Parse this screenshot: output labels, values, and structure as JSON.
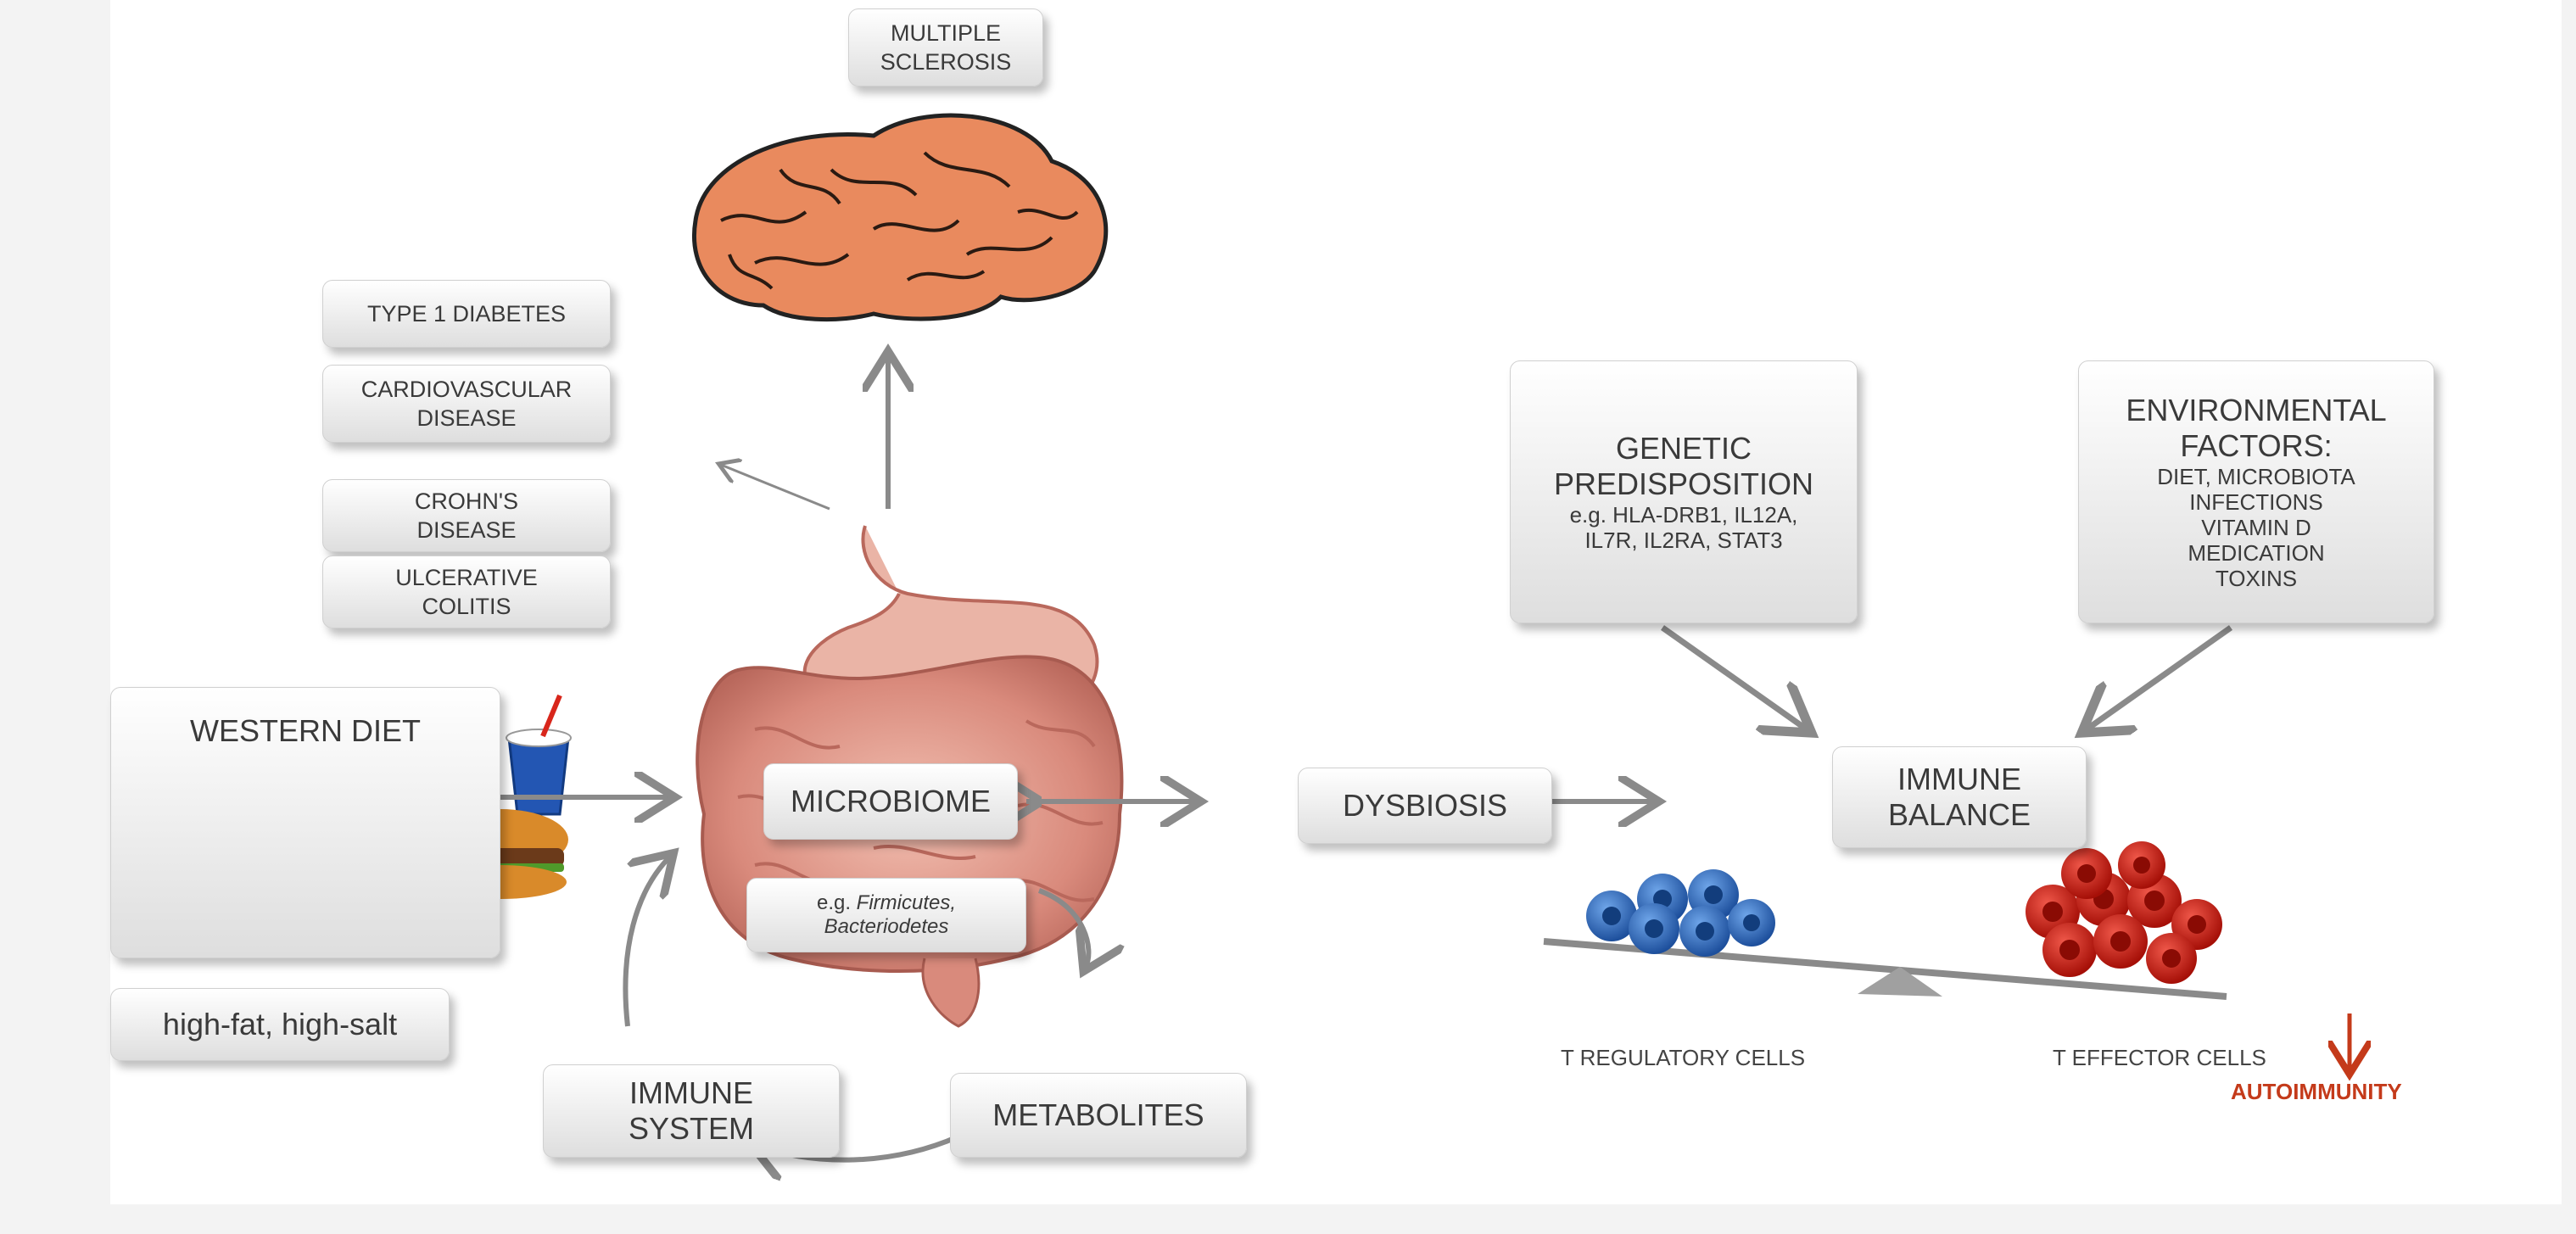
{
  "diseases": {
    "multiple_sclerosis": "MULTIPLE\nSCLEROSIS",
    "type1_diabetes": "TYPE 1 DIABETES",
    "cardiovascular": "CARDIOVASCULAR\nDISEASE",
    "crohns": "CROHN'S\nDISEASE",
    "ulcerative_colitis": "ULCERATIVE\nCOLITIS"
  },
  "diet": {
    "title": "WESTERN DIET",
    "note": "high-fat, high-salt"
  },
  "gut": {
    "microbiome": "MICROBIOME",
    "example_prefix": "e.g.",
    "example_taxa_1": "Firmicutes,",
    "example_taxa_2": "Bacteriodetes"
  },
  "cycle": {
    "immune_system": "IMMUNE\nSYSTEM",
    "metabolites": "METABOLITES"
  },
  "dysbiosis": "DYSBIOSIS",
  "genetic": {
    "title": "GENETIC\nPREDISPOSITION",
    "detail": "e.g. HLA-DRB1, IL12A,\nIL7R,  IL2RA, STAT3"
  },
  "environmental": {
    "title": "ENVIRONMENTAL\nFACTORS:",
    "detail": "DIET, MICROBIOTA\nINFECTIONS\nVITAMIN D\nMEDICATION\nTOXINS"
  },
  "immune_balance": "IMMUNE\nBALANCE",
  "balance": {
    "t_regulatory": "T REGULATORY CELLS",
    "t_effector": "T EFFECTOR CELLS",
    "autoimmunity": "AUTOIMMUNITY"
  },
  "colors": {
    "treg": "#2f6fc4",
    "teff": "#d01a0c",
    "arrow": "#8a8a8a",
    "autoimmunity": "#c43a1a"
  }
}
